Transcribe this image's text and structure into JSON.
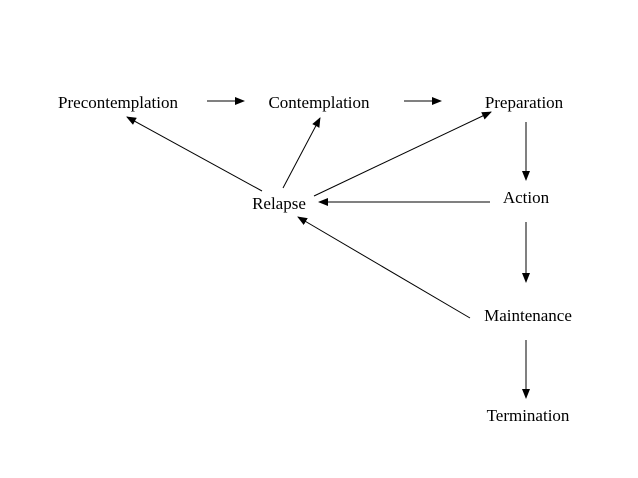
{
  "diagram": {
    "nodes": [
      {
        "id": "precontemplation",
        "label": "Precontemplation"
      },
      {
        "id": "contemplation",
        "label": "Contemplation"
      },
      {
        "id": "preparation",
        "label": "Preparation"
      },
      {
        "id": "action",
        "label": "Action"
      },
      {
        "id": "maintenance",
        "label": "Maintenance"
      },
      {
        "id": "termination",
        "label": "Termination"
      },
      {
        "id": "relapse",
        "label": "Relapse"
      }
    ],
    "edges": [
      {
        "from": "precontemplation",
        "to": "contemplation"
      },
      {
        "from": "contemplation",
        "to": "preparation"
      },
      {
        "from": "preparation",
        "to": "action"
      },
      {
        "from": "action",
        "to": "maintenance"
      },
      {
        "from": "maintenance",
        "to": "termination"
      },
      {
        "from": "action",
        "to": "relapse"
      },
      {
        "from": "maintenance",
        "to": "relapse"
      },
      {
        "from": "relapse",
        "to": "precontemplation"
      },
      {
        "from": "relapse",
        "to": "contemplation"
      },
      {
        "from": "relapse",
        "to": "preparation"
      }
    ],
    "colors": {
      "line": "#000000",
      "text": "#000000",
      "background": "#ffffff"
    }
  }
}
